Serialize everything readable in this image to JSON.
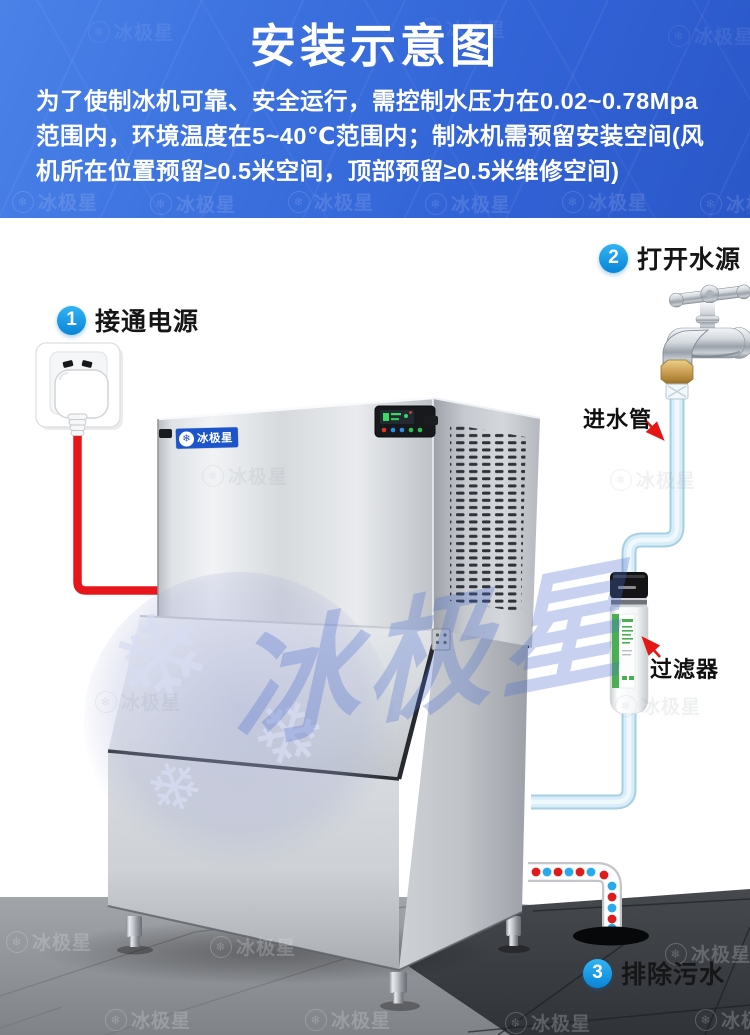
{
  "header": {
    "title": "安装示意图",
    "description_lines": [
      "为了使制冰机可靠、安全运行，需控制水压力在0.02~0.78Mpa",
      "范围内，环境温度在5~40℃范围内；制冰机需预留安装空间(风",
      "机所在位置预留≥0.5米空间，顶部预留≥0.5米维修空间)"
    ]
  },
  "steps": [
    {
      "number": "1",
      "label": "接通电源"
    },
    {
      "number": "2",
      "label": "打开水源"
    },
    {
      "number": "3",
      "label": "排除污水"
    }
  ],
  "part_labels": {
    "inlet_pipe": "进水管",
    "filter": "过滤器"
  },
  "machine": {
    "brand": "冰极星",
    "logo_icon": "❄"
  },
  "watermark": {
    "icon": "❄",
    "text": "冰极星"
  },
  "colors": {
    "header_gradient_start": "#4a82e8",
    "header_gradient_end": "#2a57c8",
    "step_badge_blue": "#0d8ad6",
    "power_cable_red": "#e6161b",
    "water_pipe_blue": "#a5cfe2",
    "drain_dot_red": "#e01b1b",
    "drain_dot_blue": "#29aaec",
    "brand_blue": "#1b54cb",
    "brass_fitting": "#c79d4e"
  }
}
